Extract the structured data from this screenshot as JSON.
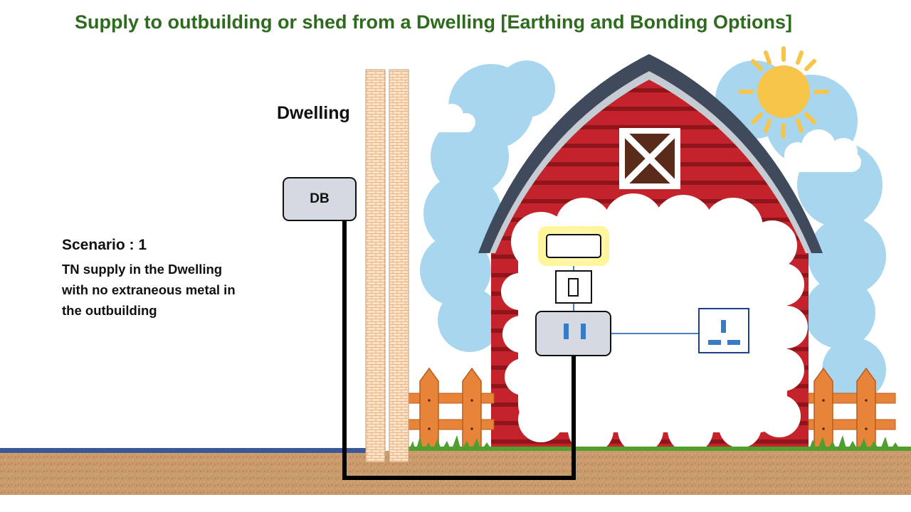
{
  "title": "Supply to outbuilding or shed from a Dwelling [Earthing and Bonding Options]",
  "dwelling_label": "Dwelling",
  "db_label": "DB",
  "scenario": {
    "heading": "Scenario : 1",
    "lines": [
      "TN supply in the Dwelling",
      "with no extraneous metal in",
      "the outbuilding"
    ]
  },
  "icons": [
    "sun-icon",
    "cloud-icon",
    "barn-icon",
    "fence-icon",
    "socket-outlet-icon",
    "switch-icon",
    "consumer-unit-icon",
    "light-fitting-icon"
  ],
  "colors": {
    "title": "#2e6b1f",
    "barn_red": "#c4232b",
    "cable": "#000000",
    "earth_conductor": "#3b5998",
    "ground": "#c99a6b",
    "wiring": "#4a7fc1"
  }
}
